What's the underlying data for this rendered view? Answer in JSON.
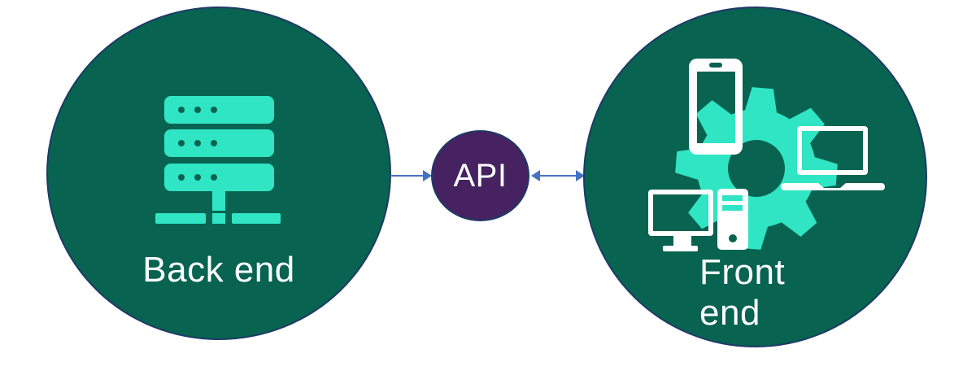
{
  "diagram": {
    "background_color": "#ffffff",
    "node_fill_green": "#086351",
    "node_fill_purple": "#462261",
    "node_border_color": "#1e3a66",
    "accent_teal": "#2fe5c4",
    "arrow_color": "#4472c4",
    "label_color": "#ffffff",
    "backend": {
      "label": "Back end",
      "icon": "server-icon"
    },
    "api": {
      "label": "API"
    },
    "frontend": {
      "label_line1": "Front",
      "label_line2": "end",
      "icons": [
        "gear-icon",
        "smartphone-icon",
        "laptop-icon",
        "desktop-monitor-icon",
        "tower-pc-icon"
      ]
    },
    "connectors": [
      {
        "from": "Back end",
        "to": "API",
        "style": "single-arrow-right"
      },
      {
        "from": "API",
        "to": "Front end",
        "style": "double-arrow"
      }
    ]
  }
}
